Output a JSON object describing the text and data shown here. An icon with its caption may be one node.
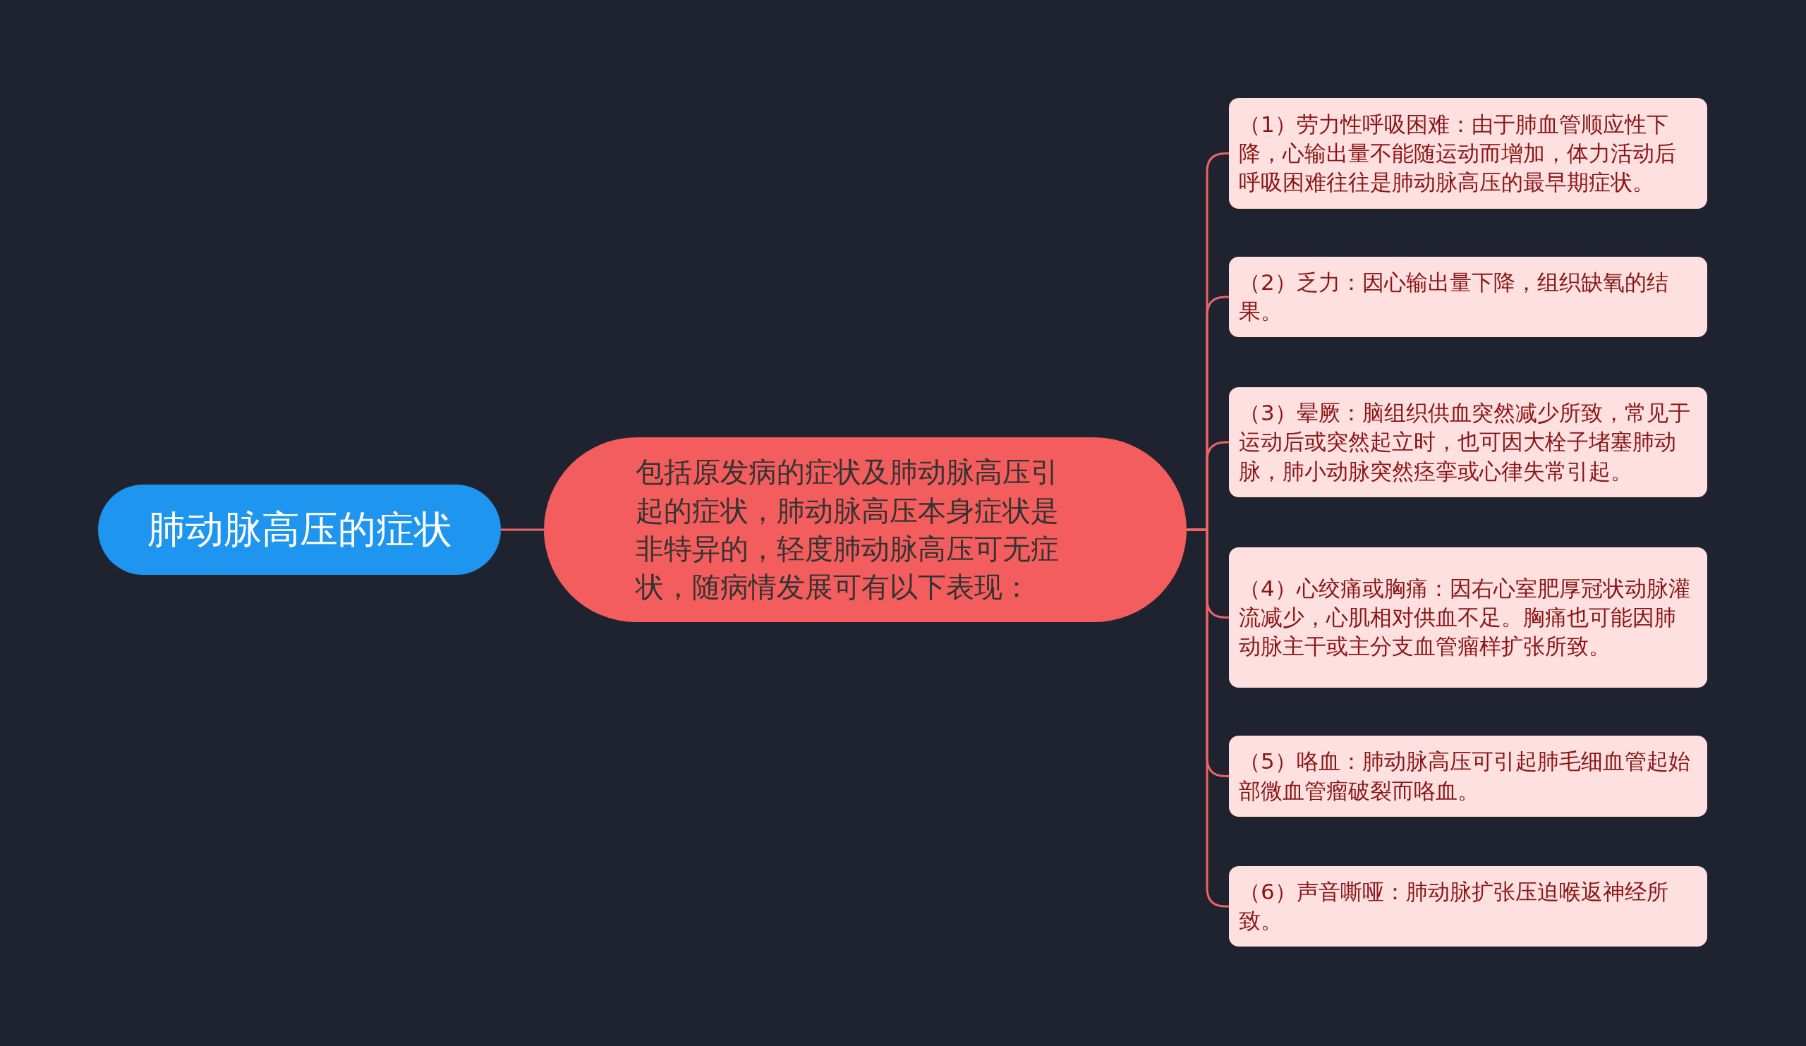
{
  "diagram": {
    "nodes": [
      {
        "text": [
          "肺动脉高压的症状"
        ]
      },
      {
        "text": [
          "包括原发病的症状及肺动脉高压引起的症状，肺动脉高压本身症状是非特异的，轻度肺动脉高压可无症状，随病情发展可有以下表现："
        ]
      },
      {
        "text": [
          "（1）劳力性呼吸困难：由于肺血管顺应性下降，心输出量不能随运动而增加，体力活动后呼吸困难往往是肺动脉高压的最早期症状。"
        ]
      },
      {
        "text": [
          "（2）乏力：因心输出量下降，组织缺氧的结果。"
        ]
      },
      {
        "text": [
          "（3）晕厥：脑组织供血突然减少所致，常见于运动后或突然起立时，也可因大栓子堵塞肺动脉，肺小动脉突然痉挛或心律失常引起。"
        ]
      },
      {
        "text": [
          "（4）心绞痛或胸痛：因右心室肥厚冠状动脉灌流减少，心肌相对供血不足。胸痛也可能因肺动脉主干或主分支血管瘤样扩张所致。"
        ]
      },
      {
        "text": [
          "（5）咯血：肺动脉高压可引起肺毛细血管起始部微血管瘤破裂而咯血。"
        ]
      },
      {
        "text": [
          "（6）声音嘶哑：肺动脉扩张压迫喉返神经所致。"
        ]
      }
    ],
    "edges": [
      {
        "from": 0,
        "to": 1,
        "arrow": "none"
      },
      {
        "from": 1,
        "to": 2,
        "arrow": "none"
      },
      {
        "from": 1,
        "to": 3,
        "arrow": "none"
      },
      {
        "from": 1,
        "to": 4,
        "arrow": "none"
      },
      {
        "from": 1,
        "to": 5,
        "arrow": "none"
      },
      {
        "from": 1,
        "to": 6,
        "arrow": "none"
      },
      {
        "from": 1,
        "to": 7,
        "arrow": "none"
      }
    ]
  }
}
